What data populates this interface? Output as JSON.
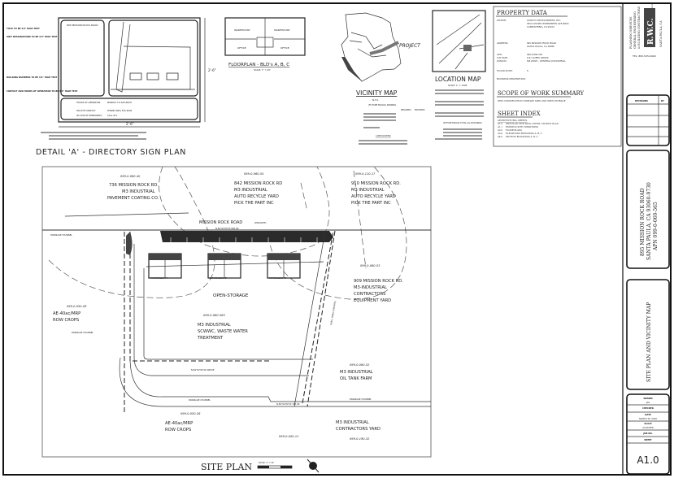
{
  "detail_sign": {
    "title": "DETAIL 'A' - DIRECTORY SIGN PLAN",
    "width_dim": "2'-6\"",
    "height_dim": "2'-6\"",
    "callouts": [
      "TITLE TO BE 3/4\" HIGH TEXT",
      "UNIT DESIGNATIONS TO BE 3/4\" HIGH TEXT",
      "BUILDING NUMBERS TO BE 3/4\" HIGH TEXT",
      "CONTACT AND HOURS OF OPERATION TO BE 3/4\" HIGH TEXT"
    ],
    "sign_title": "895 MISSION ROCK ROAD",
    "rows": [
      {
        "label": "HOURS OF OPERATION",
        "value": "MONDAY TO SATURDAY"
      },
      {
        "label": "ON SITE CONTACT",
        "value": "PHONE (805) 525-6400"
      },
      {
        "label": "IN CASE OF EMERGENCY",
        "value": "CALL 911"
      }
    ]
  },
  "floorplan": {
    "title": "FLOORPLAN - BLD's A, B, C",
    "scale": "SCALE: 1\" = 20'",
    "rooms": [
      "WAREHOUSE",
      "WAREHOUSE",
      "OFFICE",
      "OFFICE"
    ]
  },
  "vicinity_map": {
    "title": "VICINITY MAP",
    "subtitle": "N.T.S.",
    "project_label": "PROJECT"
  },
  "location_map": {
    "title": "LOCATION MAP",
    "scale": "SCALE: 1\" = 1000'"
  },
  "parking_table": {
    "heading": "(FUTURE BLDGS) PARKING",
    "columns": [
      "",
      "REQUIRED",
      "PROVIDED"
    ],
    "landscaping_heading": "LANDSCAPING",
    "totals_heading": "(FUTURE BLDGS) TOTAL ALL BUILDINGS"
  },
  "property_data": {
    "title": "PROPERTY DATA",
    "fields": [
      {
        "label": "OWNER:",
        "value": [
          "SATICOY DEVELOPMENT, INC.",
          "3652 LINDEN EVERGREEN AVE #843",
          "CARPINTERIA, CA 93013"
        ]
      },
      {
        "label": "ADDRESS:",
        "value": [
          "895 MISSION ROCK ROAD",
          "SANTA PAULA, CA 93060"
        ]
      },
      {
        "label": "APN:",
        "value": [
          "099-0-060-565"
        ]
      },
      {
        "label": "LOT SIZE:",
        "value": [
          "8.47 ACRES GROSS"
        ]
      },
      {
        "label": "ZONING:",
        "value": [
          "M3 ZONE - GENERAL INDUSTRIAL"
        ]
      },
      {
        "label": "FLOOD ZONE:",
        "value": [
          "X"
        ]
      },
      {
        "label": "BUSINESS DESCRIPTION:",
        "value": []
      }
    ],
    "scope_title": "SCOPE OF WORK SUMMARY",
    "scope_text": "NEW CONSTRUCTION STORAGE YARD AND OPEN STORAGE",
    "index_title": "SHEET INDEX",
    "index_heading": "ARCHITECTURAL SHEETS",
    "index": [
      {
        "no": "A1.0",
        "name": "SITE PLAN, SITE DATA, NOTES, VICINITY PLAN"
      },
      {
        "no": "A1.1",
        "name": "EXISTING SITE CONDITIONS"
      },
      {
        "no": "A2.0",
        "name": "FLOOR PLANS"
      },
      {
        "no": "A3.0",
        "name": "ELEVATIONS BUILDINGS A, B, C"
      },
      {
        "no": "A4.0",
        "name": "SECTION BUILDINGS A, B, C"
      }
    ]
  },
  "site_plan": {
    "title": "SITE PLAN",
    "scale": "SCALE: 1\" = 50'",
    "road": "MISSION ROCK ROAD",
    "road_tag": "(PRIVATE)",
    "bearing_top": "N.84°02'00\"W 682.40'",
    "bearing_bottom": "N.84°02'00\"W 408.83'",
    "bearing_jog": "N.84°02'00\"W 133.30'",
    "open_storage": "OPEN-STORAGE",
    "drainage": "DRAINAGE CHANNEL",
    "shell_road": "SHELL ROAD (PRIVATE)",
    "bldg_labels": [
      "FUTURE BLDG \"A\"",
      "FUTURE BLDG \"B\"",
      "FUTURE BLDG \"C\""
    ],
    "parcels": [
      {
        "apn": "099-0-060-40",
        "lines": [
          "736 MISSION ROCK RD.",
          "M3 INDUSTRIAL",
          "PAVEMENT COATING CO."
        ]
      },
      {
        "apn": "099-0-060-55",
        "lines": [
          "842 MISSION ROCK RD",
          "M3 INDUSTRIAL",
          "AUTO RECYCLE YARD",
          "PICK THE PART INC"
        ]
      },
      {
        "apn": "099-0-110-17",
        "lines": [
          "910 MISSION ROCK RD.",
          "M3 INDUSTRIAL",
          "AUTO RECYCLE YARD",
          "PICK THE PART INC"
        ]
      },
      {
        "apn": "099-0-060-53",
        "lines": [
          "909 MISSION ROCK RD.",
          "M3-INDUSTRIAL",
          "CONTRACTORS",
          "EQUIPMENT YARD"
        ]
      },
      {
        "apn": "099-0-050-28",
        "lines": [
          "AE-40ac/MRP",
          "ROW CROPS"
        ]
      },
      {
        "apn": "099-0-060-565",
        "lines": [
          "M3 INDUSTRIAL",
          "SCWWC, WASTE WATER",
          "TREATMENT"
        ]
      },
      {
        "apn": "099-0-060-52",
        "lines": [
          "M3 INDUSTRIAL",
          "OIL TANK FARM"
        ]
      },
      {
        "apn": "099-0-050-26",
        "lines": [
          "AE-40ac/MRP",
          "ROW CROPS"
        ]
      },
      {
        "apn": "099-0-190-32",
        "lines": [
          "M3 INDUSTRIAL",
          "CONTRACTORS YARD"
        ]
      },
      {
        "apn": "099-0-050-11",
        "lines": []
      }
    ]
  },
  "title_block": {
    "company": "R.W.C.",
    "company_suffix": "LLC",
    "services": [
      "PLANNING SERVICES",
      "GENERAL ENGINEERING",
      "& BUILDING CONTRACTORS"
    ],
    "city": "SANTA PAULA, CA",
    "phone": "TEL: 805-525-6400",
    "revisions_label": "REVISIONS",
    "revisions_by": "BY",
    "address": [
      "895 MISSION ROCK ROAD",
      "SANTA PAULA, CA 93060-9730",
      "APN 099-0-060-565"
    ],
    "sheet_title": "SITE PLAN AND VICINITY MAP",
    "drawn_label": "DRAWN",
    "drawn": "JAS",
    "checked_label": "CHECKED",
    "checked": "",
    "date_label": "DATE",
    "date": "MARCH 30, 2016",
    "scale_label": "SCALE",
    "scale": "AS NOTED",
    "job_label": "JOB NO.",
    "job": "",
    "sheet_label": "SHEET",
    "sheet": "A1.0"
  }
}
